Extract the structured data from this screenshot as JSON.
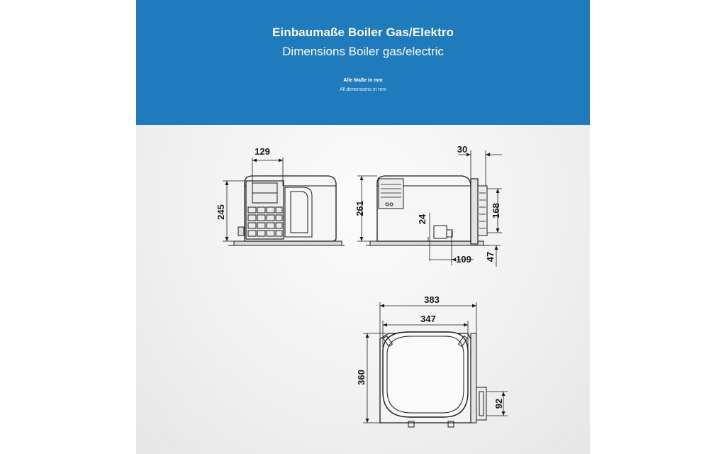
{
  "header": {
    "title_de": "Einbaumaße Boiler Gas/Elektro",
    "title_en": "Dimensions Boiler gas/electric",
    "note_de": "Alle Maße in mm",
    "note_en": "All dimensions in mm"
  },
  "dimensions": {
    "front_width": "129",
    "front_height": "245",
    "side_height": "261",
    "side_flange": "30",
    "side_vent_height": "168",
    "side_gas_height": "24",
    "side_gas_offset": "109",
    "side_bottom": "47",
    "top_outer_width": "383",
    "top_inner_width": "347",
    "top_depth": "360",
    "top_vent": "92"
  },
  "colors": {
    "banner": "#1f7bbb",
    "line": "#1a1a1a"
  }
}
